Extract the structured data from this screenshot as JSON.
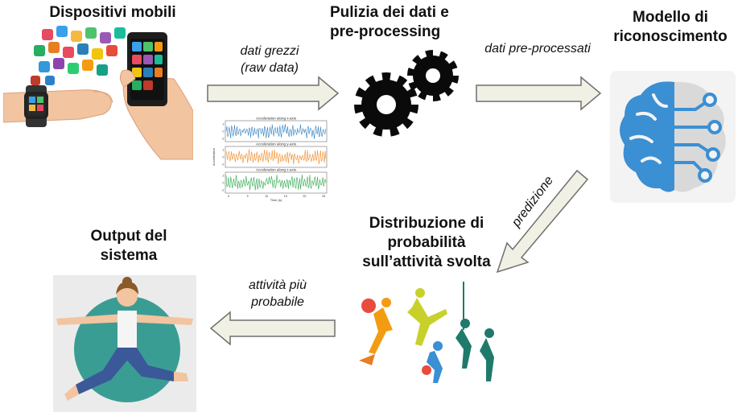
{
  "nodes": {
    "devices": {
      "title": "Dispositivi mobili"
    },
    "preprocessing": {
      "title_line1": "Pulizia dei dati e",
      "title_line2": "pre-processing"
    },
    "model": {
      "title_line1": "Modello di",
      "title_line2": "riconoscimento"
    },
    "distribution": {
      "title_line1": "Distribuzione di",
      "title_line2": "probabilità",
      "title_line3": "sull’attività svolta"
    },
    "output": {
      "title_line1": "Output del",
      "title_line2": "sistema"
    }
  },
  "edges": {
    "raw": {
      "label_line1": "dati grezzi",
      "label_line2": "(raw data)"
    },
    "preprocessed": {
      "label": "dati pre-processati"
    },
    "prediction": {
      "label": "predizione"
    },
    "most_likely": {
      "label_line1": "attività più",
      "label_line2": "probabile"
    }
  },
  "signal_plot": {
    "panels": [
      "Acceleration along x-axis",
      "Acceleration along y-axis",
      "Acceleration along z-axis"
    ],
    "xlabel": "Time (s)",
    "ylabel": "Acceleration",
    "xticks": [
      "0",
      "5",
      "10",
      "15",
      "20",
      "25"
    ],
    "yticks": [
      "2",
      "0",
      "-2"
    ],
    "colors": [
      "#2f7fc1",
      "#f08a24",
      "#2fa84f"
    ]
  },
  "colors": {
    "arrow_fill": "#f1f0e4",
    "arrow_stroke": "#6f6f6f",
    "gear": "#0a0a0a",
    "brain": "#3b8fd3"
  }
}
